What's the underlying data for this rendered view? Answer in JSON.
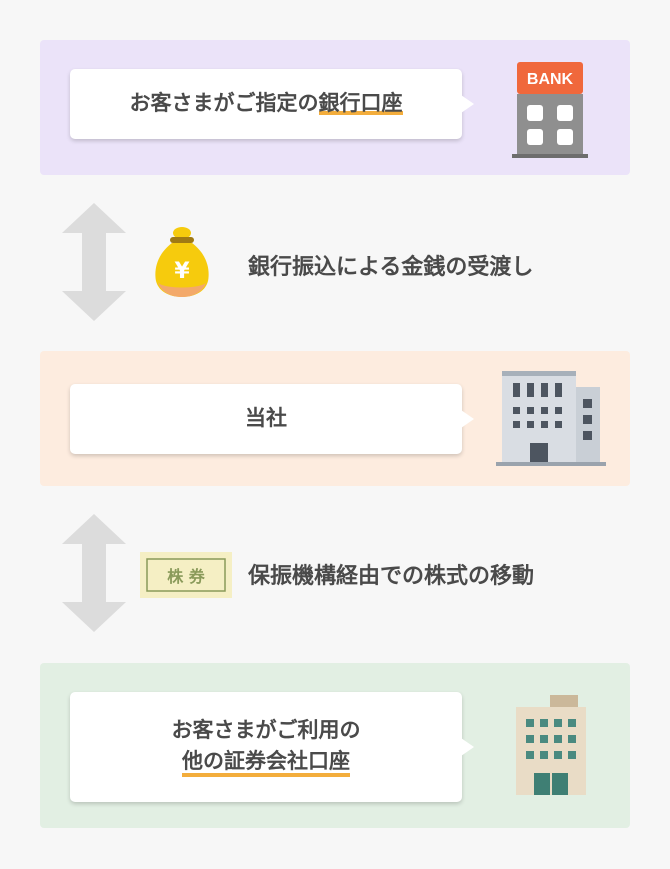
{
  "bank_panel": {
    "text_prefix": "お客さまがご指定の",
    "text_underlined": "銀行口座",
    "icon": "bank-building-icon",
    "icon_label": "BANK",
    "color": "#ebe3f9"
  },
  "money_transfer": {
    "label": "銀行振込による金銭の受渡し",
    "icon": "money-bag-yen-icon",
    "icon_symbol": "¥"
  },
  "company_panel": {
    "text": "当社",
    "icon": "office-building-icon",
    "color": "#fdecdf"
  },
  "stock_transfer": {
    "label": "保振機構経由での株式の移動",
    "icon": "stock-certificate-icon",
    "icon_label": "株 券"
  },
  "securities_panel": {
    "line1": "お客さまがご利用の",
    "line2_underlined": "他の証券会社口座",
    "icon": "securities-building-icon",
    "color": "#e2efe3"
  },
  "colors": {
    "underline_accent": "#f3ad3c",
    "arrow": "#dcdcdc",
    "bank_sign": "#f0683c",
    "money_bag": "#f6cb0d"
  }
}
